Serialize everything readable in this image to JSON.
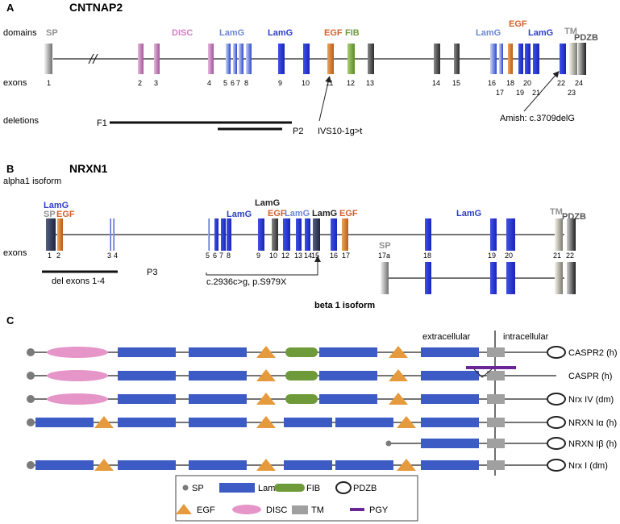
{
  "panel_a": {
    "panel_label": "A",
    "gene_title": "CNTNAP2",
    "row_labels": {
      "domains": "domains",
      "exons": "exons",
      "deletions": "deletions"
    },
    "domain_labels": [
      {
        "text": "SP",
        "color": "#909090"
      },
      {
        "text": "DISC",
        "color": "#d67fc6"
      },
      {
        "text": "LamG",
        "color": "#6b86d6"
      },
      {
        "text": "LamG",
        "color": "#2d3fc9"
      },
      {
        "text": "EGF",
        "color": "#d2622a"
      },
      {
        "text": "FIB",
        "color": "#6e9a3a"
      },
      {
        "text": "LamG",
        "color": "#6b86d6"
      },
      {
        "text": "EGF",
        "color": "#d2622a"
      },
      {
        "text": "LamG",
        "color": "#2d3fc9"
      },
      {
        "text": "TM",
        "color": "#909090"
      },
      {
        "text": "PDZB",
        "color": "#555555"
      }
    ],
    "exon_numbers": [
      "1",
      "2",
      "3",
      "4",
      "5",
      "6",
      "7",
      "8",
      "9",
      "10",
      "11",
      "12",
      "13",
      "14",
      "15",
      "16",
      "17",
      "18",
      "19",
      "20",
      "21",
      "22",
      "23",
      "24"
    ],
    "deletion_labels": {
      "f1": "F1",
      "p2": "P2"
    },
    "mutation_labels": {
      "splice": "IVS10-1g>t",
      "amish": "Amish: c.3709delG"
    }
  },
  "panel_b": {
    "panel_label": "B",
    "gene_title": "NRXN1",
    "isoform_alpha": "alpha1 isoform",
    "isoform_beta": "beta 1 isoform",
    "row_labels": {
      "exons": "exons"
    },
    "domain_labels": [
      {
        "text": "LamG",
        "color": "#2d3fc9"
      },
      {
        "text": "SP",
        "color": "#909090"
      },
      {
        "text": "EGF",
        "color": "#d2622a"
      },
      {
        "text": "LamG",
        "color": "#2d3fc9"
      },
      {
        "text": "LamG",
        "color": "#222222"
      },
      {
        "text": "EGF",
        "color": "#d2622a"
      },
      {
        "text": "LamG",
        "color": "#6b86d6"
      },
      {
        "text": "LamG",
        "color": "#222222"
      },
      {
        "text": "EGF",
        "color": "#d2622a"
      },
      {
        "text": "LamG",
        "color": "#2d3fc9"
      },
      {
        "text": "TM",
        "color": "#909090"
      },
      {
        "text": "PDZB",
        "color": "#555555"
      },
      {
        "text": "SP",
        "color": "#909090"
      }
    ],
    "exon_numbers": [
      "1",
      "2",
      "3",
      "4",
      "5",
      "6",
      "7",
      "8",
      "9",
      "10",
      "12",
      "13",
      "14",
      "15",
      "16",
      "17",
      "18",
      "19",
      "20",
      "21",
      "22",
      "17a"
    ],
    "deletion_label": "del exons 1-4",
    "p3_label": "P3",
    "mutation_label": "c.2936c>g, p.S979X"
  },
  "panel_c": {
    "panel_label": "C",
    "extracellular": "extracellular",
    "intracellular": "intracellular",
    "proteins": [
      "CASPR2 (h)",
      "CASPR (h)",
      "Nrx IV (dm)",
      "NRXN Iα (h)",
      "NRXN Iβ (h)",
      "Nrx I (dm)"
    ],
    "legend": [
      {
        "key": "sp",
        "label": "SP"
      },
      {
        "key": "lamg",
        "label": "LamG"
      },
      {
        "key": "fib",
        "label": "FIB"
      },
      {
        "key": "pdzb",
        "label": "PDZB"
      },
      {
        "key": "egf",
        "label": "EGF"
      },
      {
        "key": "disc",
        "label": "DISC"
      },
      {
        "key": "tm",
        "label": "TM"
      },
      {
        "key": "pgy",
        "label": "PGY"
      }
    ]
  },
  "colors": {
    "lamg": "#3d5bc4",
    "lamg_dark": "#2430d0",
    "lamg_light": "#6f8fe0",
    "egf": "#e59a3d",
    "fib": "#6e9a3a",
    "disc": "#e695c9",
    "disc_exon": "#c77fb6",
    "tm": "#a0a0a0",
    "sp": "#7a7a7a",
    "pgy": "#6a2596",
    "line": "#222222"
  }
}
